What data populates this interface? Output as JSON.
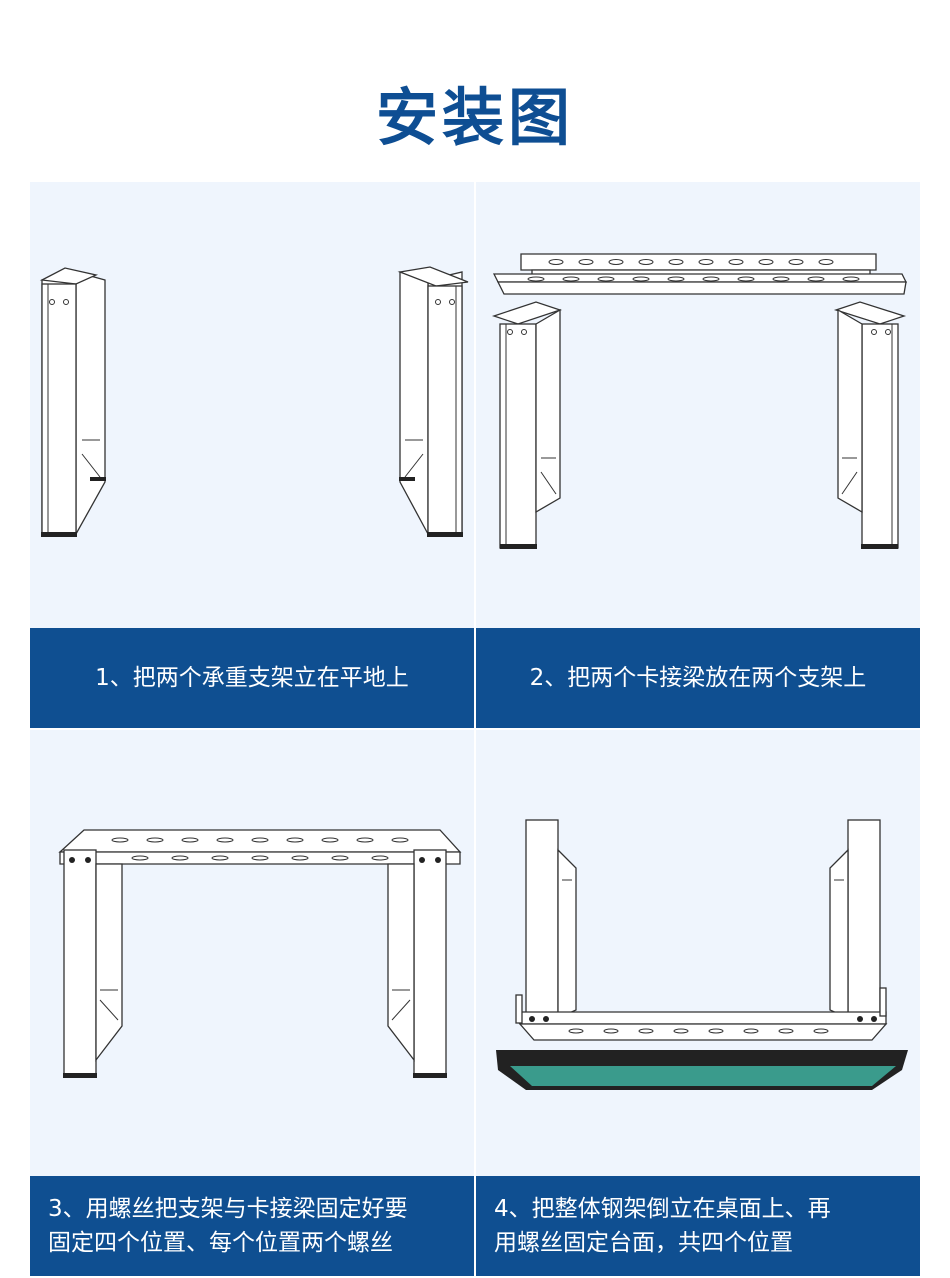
{
  "page": {
    "title": "安装图",
    "accent_color": "#0f4f91",
    "panel_bg": "#eff5fd"
  },
  "steps": [
    {
      "caption": "1、把两个承重支架立在平地上"
    },
    {
      "caption": "2、把两个卡接梁放在两个支架上"
    },
    {
      "caption": "3、用螺丝把支架与卡接梁固定好要\n固定四个位置、每个位置两个螺丝"
    },
    {
      "caption": "4、把整体钢架倒立在桌面上、再\n用螺丝固定台面，共四个位置"
    }
  ]
}
